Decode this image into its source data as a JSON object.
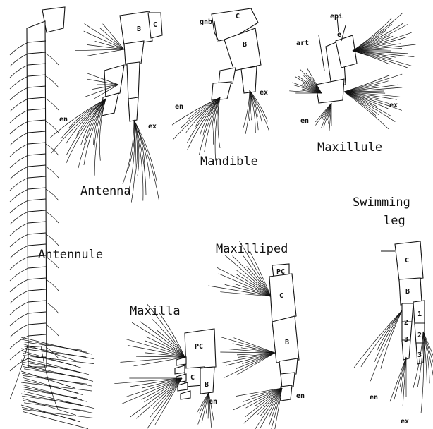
{
  "titles": {
    "antennule": "Antennule",
    "antenna": "Antenna",
    "mandible": "Mandible",
    "maxillule": "Maxillule",
    "maxilla": "Maxilla",
    "maxilliped": "Maxilliped",
    "swimming_leg_1": "Swimming",
    "swimming_leg_2": "leg"
  },
  "labels": {
    "en": "en",
    "ex": "ex",
    "B": "B",
    "C": "C",
    "PC": "PC",
    "gnb": "gnb",
    "epi": "epi",
    "art": "art",
    "e": "e",
    "n1": "1",
    "n2": "2",
    "n3": "3"
  }
}
